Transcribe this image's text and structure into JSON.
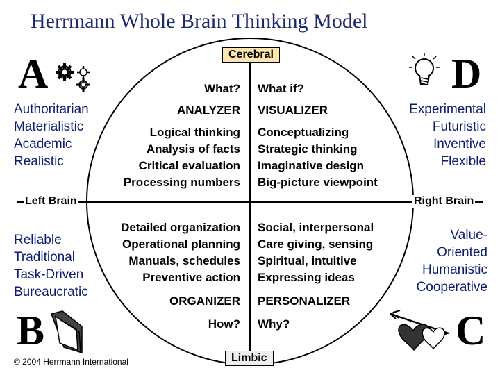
{
  "title": "Herrmann Whole Brain Thinking Model",
  "labels": {
    "top": "Cerebral",
    "bottom": "Limbic",
    "left": "Left Brain",
    "right": "Right Brain"
  },
  "quadrants": {
    "A": {
      "letter": "A",
      "icon": "gears-icon",
      "traits": [
        "Authoritarian",
        "Materialistic",
        "Academic",
        "Realistic"
      ],
      "question": "What?",
      "type": "ANALYZER",
      "activities": [
        "Logical thinking",
        "Analysis of facts",
        "Critical evaluation",
        "Processing numbers"
      ]
    },
    "B": {
      "letter": "B",
      "icon": "folder-icon",
      "traits": [
        "Reliable",
        "Traditional",
        "Task-Driven",
        "Bureaucratic"
      ],
      "question": "How?",
      "type": "ORGANIZER",
      "activities": [
        "Detailed organization",
        "Operational planning",
        "Manuals, schedules",
        "Preventive action"
      ]
    },
    "C": {
      "letter": "C",
      "icon": "hearts-arrow-icon",
      "traits": [
        "Value-",
        "Oriented",
        "Humanistic",
        "Cooperative"
      ],
      "question": "Why?",
      "type": "PERSONALIZER",
      "activities": [
        "Social, interpersonal",
        "Care giving, sensing",
        "Spiritual, intuitive",
        "Expressing ideas"
      ]
    },
    "D": {
      "letter": "D",
      "icon": "lightbulb-icon",
      "traits": [
        "Experimental",
        "Futuristic",
        "Inventive",
        "Flexible"
      ],
      "question": "What if?",
      "type": "VISUALIZER",
      "activities": [
        "Conceptualizing",
        "Strategic thinking",
        "Imaginative design",
        "Big-picture viewpoint"
      ]
    }
  },
  "copyright": "© 2004 Herrmann International",
  "colors": {
    "title": "#1d2a6b",
    "traits": "#0b1d6e",
    "cerebral_fill": "#ffe6b0"
  }
}
